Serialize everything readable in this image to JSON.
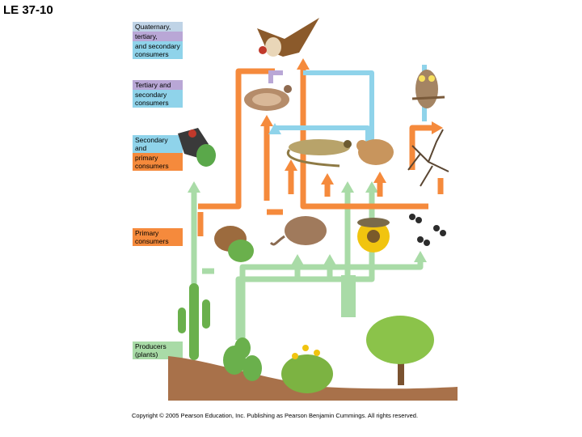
{
  "title": "LE 37-10",
  "levels": {
    "quaternary": [
      "Quaternary,",
      "tertiary,",
      "and secondary consumers"
    ],
    "tertiary": [
      "Tertiary and",
      "secondary consumers"
    ],
    "secondary": [
      "Secondary and",
      "primary consumers"
    ],
    "primary": [
      "Primary consumers"
    ],
    "producers": [
      "Producers (plants)"
    ]
  },
  "copyright": "Copyright © 2005 Pearson Education, Inc. Publishing as Pearson Benjamin Cummings. All rights reserved.",
  "colors": {
    "orange_arrow": "#f58a3c",
    "blue_arrow": "#8fd3ea",
    "green_arrow": "#a9dba7",
    "purple_arrow": "#b9a7d6"
  },
  "organisms": [
    "hawk-icon",
    "snake-icon",
    "owl-icon",
    "woodpecker-icon",
    "lizard-icon",
    "mouse-icon",
    "scorpion-icon",
    "ground-squirrel-icon",
    "kangaroo-rat-icon",
    "grasshopper-flower-icon",
    "ants-icon",
    "saguaro-cactus-icon",
    "prickly-pear-icon",
    "shrub-icon",
    "mesquite-tree-icon"
  ]
}
